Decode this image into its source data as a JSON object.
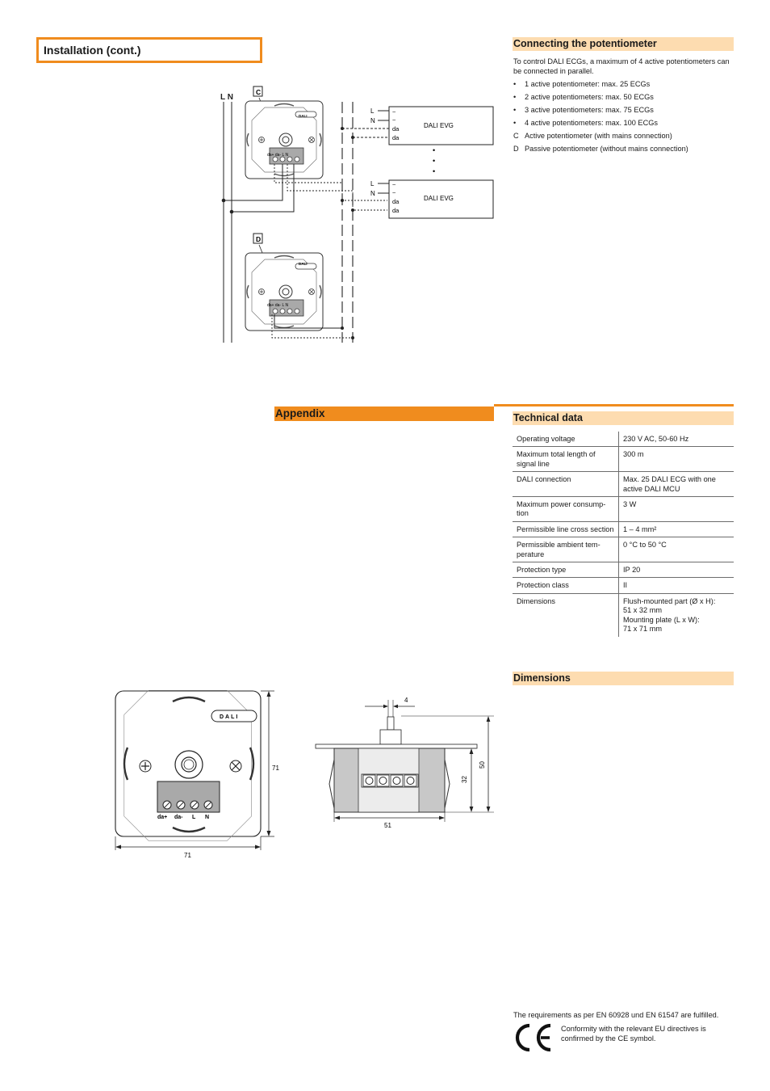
{
  "installation": {
    "title": "Installation (cont.)"
  },
  "potentiometer": {
    "title": "Connecting the potentiometer",
    "intro": "To control DALI ECGs, a maximum of 4 active potentiometers can be connected in parallel.",
    "items": [
      {
        "mark": "•",
        "text": "1 active potentiometer: max. 25 ECGs"
      },
      {
        "mark": "•",
        "text": "2 active potentiometers: max. 50 ECGs"
      },
      {
        "mark": "•",
        "text": "3 active potentiometers: max. 75 ECGs"
      },
      {
        "mark": "•",
        "text": "4 active potentiometers: max. 100 ECGs"
      },
      {
        "mark": "C",
        "text": "Active potentiometer (with mains connection)"
      },
      {
        "mark": "D",
        "text": "Passive potentiometer (without mains connection)"
      }
    ]
  },
  "wiring": {
    "mains": "L N",
    "label_c": "C",
    "label_d": "D",
    "device_logo": "DALI",
    "terminal_block": "da+ da- L N",
    "ecg_name": "DALI EVG",
    "ecg_terms": [
      "L",
      "N"
    ],
    "ecg_inputs": [
      "~",
      "~",
      "da",
      "da"
    ],
    "continuation": "•"
  },
  "appendix": {
    "title": "Appendix"
  },
  "technical": {
    "title": "Technical data",
    "rows": [
      {
        "key": "Operating voltage",
        "value": "230 V AC, 50-60 Hz"
      },
      {
        "key": "Maximum total length of signal line",
        "value": "300 m"
      },
      {
        "key": "DALI connection",
        "value": "Max. 25 DALI ECG with one active DALI MCU"
      },
      {
        "key": "Maximum power consump-tion",
        "value": "3 W"
      },
      {
        "key": "Permissible line cross section",
        "value": "1 – 4 mm²"
      },
      {
        "key": "Permissible ambient tem-perature",
        "value": "0 °C to 50 °C"
      },
      {
        "key": "Protection type",
        "value": "IP 20"
      },
      {
        "key": "Protection class",
        "value": "II"
      },
      {
        "key": "Dimensions",
        "value": "Flush-mounted part (Ø x H):\n51 x 32 mm\nMounting plate (L x W):\n71 x 71 mm"
      }
    ]
  },
  "dimensions": {
    "title": "Dimensions",
    "front_width": "71",
    "front_height": "71",
    "terminals": [
      "da+",
      "da-",
      "L",
      "N"
    ],
    "logo": "DALI",
    "shaft": "4",
    "body_width": "51",
    "body_height": "32",
    "total_height": "50"
  },
  "compliance": {
    "requirements": "The requirements as per EN 60928 und EN 61547 are fulfilled.",
    "ce_mark": "CE",
    "ce_text": "Conformity with the relevant EU directives is confirmed by the CE symbol."
  }
}
